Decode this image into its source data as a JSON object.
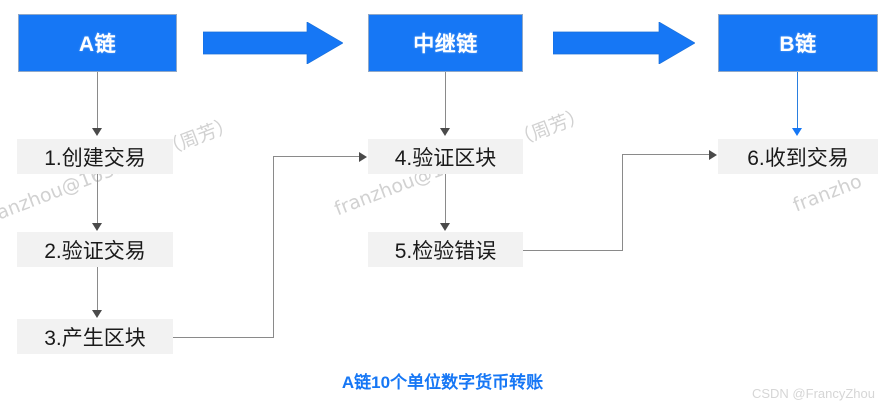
{
  "diagram": {
    "title_caption": "A链10个单位数字货币转账",
    "accent_blue": "#1677f5",
    "step_box_bg": "#f2f2f2",
    "connector_gray": "#8a8a8a",
    "chains": [
      {
        "id": "chain-a",
        "label": "A链"
      },
      {
        "id": "chain-relay",
        "label": "中继链"
      },
      {
        "id": "chain-b",
        "label": "B链"
      }
    ],
    "steps": [
      {
        "id": "step-1",
        "label": "1.创建交易"
      },
      {
        "id": "step-2",
        "label": "2.验证交易"
      },
      {
        "id": "step-3",
        "label": "3.产生区块"
      },
      {
        "id": "step-4",
        "label": "4.验证区块"
      },
      {
        "id": "step-5",
        "label": "5.检验错误"
      },
      {
        "id": "step-6",
        "label": "6.收到交易"
      }
    ],
    "flow_arrows": [
      {
        "id": "arrow-a-to-relay",
        "name": "block-arrow-a-to-relay"
      },
      {
        "id": "arrow-relay-to-b",
        "name": "block-arrow-relay-to-b"
      }
    ]
  },
  "watermarks": {
    "diagonal": [
      "anzhou@163.com （周芳）",
      "franzhou@163.com （周芳）",
      "franzho"
    ],
    "footer": "CSDN @FrancyZhou"
  }
}
